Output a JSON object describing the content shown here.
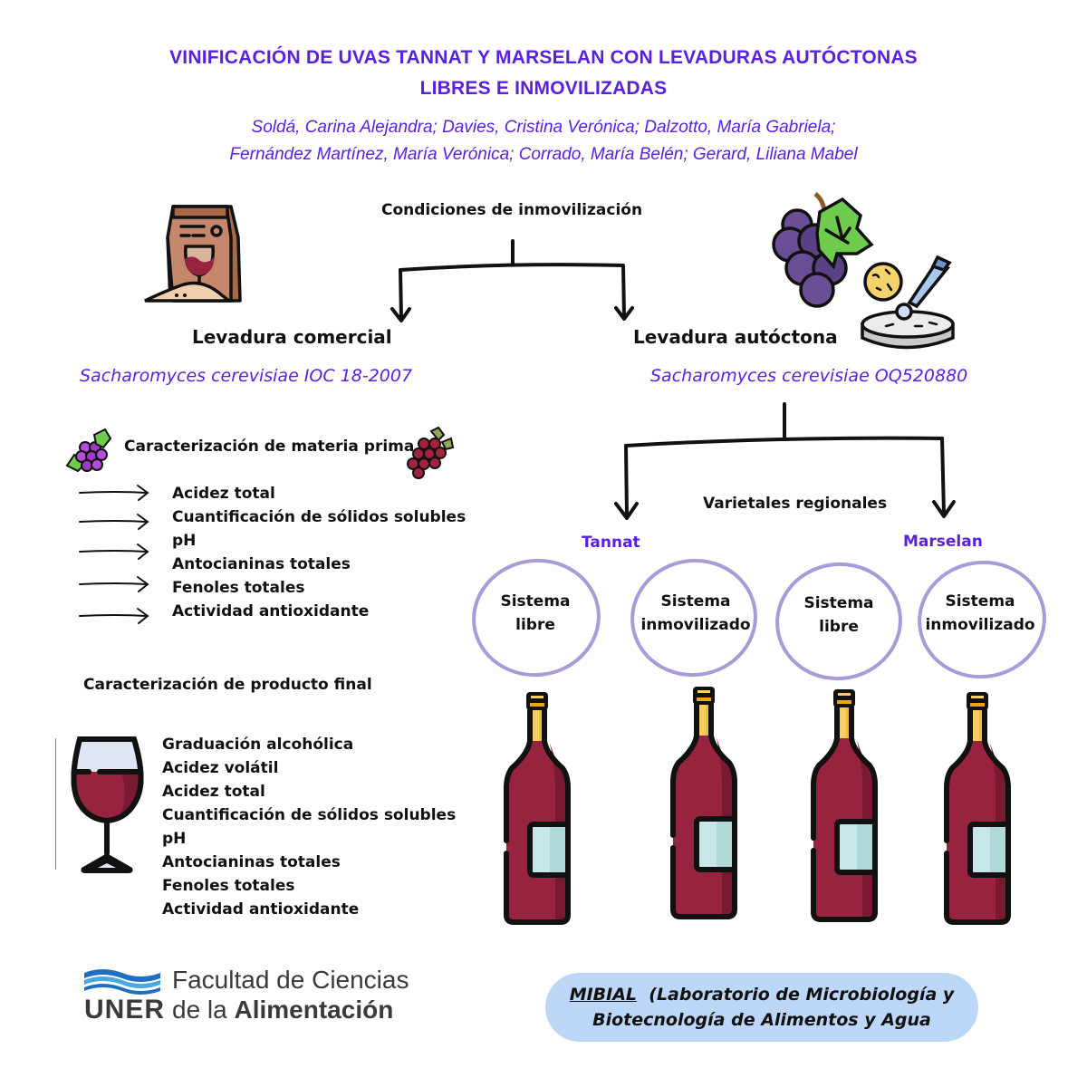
{
  "title": {
    "line1": "VINIFICACIÓN DE UVAS TANNAT Y MARSELAN CON LEVADURAS AUTÓCTONAS",
    "line2": "LIBRES E INMOVILIZADAS"
  },
  "authors": {
    "line1": "Soldá, Carina Alejandra; Davies, Cristina Verónica; Dalzotto, María Gabriela;",
    "line2": "Fernández Martínez, María Verónica; Corrado, María Belén; Gerard, Liliana Mabel"
  },
  "immobilization": {
    "label": "Condiciones de inmovilización",
    "commercial": {
      "label": "Levadura comercial",
      "species": "Sacharomyces cerevisiae IOC 18-2007",
      "icon": "yeast-bag-icon"
    },
    "autochthonous": {
      "label": "Levadura autóctona",
      "species": "Sacharomyces cerevisiae OQ520880",
      "icon": "grapes-petri-dish-icon"
    }
  },
  "raw_material": {
    "heading": "Caracterización de materia prima",
    "items": [
      "Acidez total",
      "Cuantificación de sólidos solubles",
      "pH",
      "Antocianinas totales",
      "Fenoles totales",
      "Actividad antioxidante"
    ]
  },
  "final_product": {
    "heading": "Caracterización de producto final",
    "items": [
      "Graduación alcohólica",
      "Acidez volátil",
      "Acidez total",
      "Cuantificación de sólidos solubles",
      "pH",
      "Antocianinas totales",
      "Fenoles totales",
      "Actividad antioxidante"
    ]
  },
  "varietals": {
    "label": "Varietales regionales",
    "tannat": "Tannat",
    "marselan": "Marselan",
    "systems": [
      {
        "line1": "Sistema",
        "line2": "libre"
      },
      {
        "line1": "Sistema",
        "line2": "inmovilizado"
      },
      {
        "line1": "Sistema",
        "line2": "libre"
      },
      {
        "line1": "Sistema",
        "line2": "inmovilizado"
      }
    ]
  },
  "footer": {
    "uner_mark": "UNER",
    "faculty_line1": "Facultad de Ciencias",
    "faculty_line2a": "de la",
    "faculty_line2b": "Alimentación",
    "lab_acronym": "MIBIAL",
    "lab_line1": "(Laboratorio de Microbiología y",
    "lab_line2": "Biotecnología de  Alimentos y Agua"
  },
  "colors": {
    "accent": "#5b1fe0",
    "circle": "#a99bd8",
    "wine": "#98233f",
    "pill": "#bcd7f7"
  }
}
